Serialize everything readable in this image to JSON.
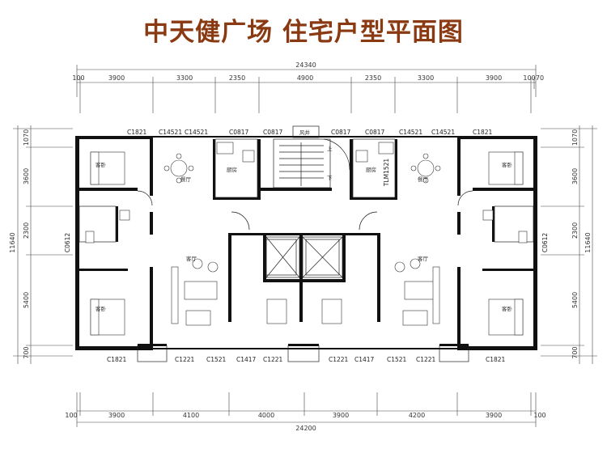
{
  "title": "中天健广场 住宅户型平面图",
  "dimensions": {
    "top_total": "24340",
    "top_segments": [
      "100",
      "3900",
      "3300",
      "2350",
      "4900",
      "2350",
      "3300",
      "3900",
      "100",
      "70"
    ],
    "bottom_total": "24200",
    "bottom_segments": [
      "100",
      "3900",
      "4100",
      "4000",
      "3900",
      "4200",
      "3900",
      "100"
    ],
    "left_total": "11640",
    "left_segments": [
      "1070",
      "3600",
      "2300",
      "5400",
      "700"
    ],
    "right_total": "11640",
    "right_segments": [
      "1070",
      "3600",
      "2300",
      "5400",
      "700"
    ]
  },
  "window_labels": {
    "top": [
      "C1821",
      "C14521",
      "C14521",
      "C0817",
      "C0817",
      "C0817",
      "C0817",
      "C14521",
      "C14521",
      "C1821"
    ],
    "bottom": [
      "C1821",
      "C1221",
      "C1521",
      "C1417",
      "C1221",
      "C1221",
      "C1417",
      "C1521",
      "C1221",
      "C1821"
    ],
    "side": [
      "C0612",
      "C0612"
    ],
    "door": "TLM1521"
  },
  "rooms": {
    "bedroom": "客卧",
    "dining": "餐厅",
    "kitchen": "厨房",
    "living": "客厅",
    "stair_up": "上",
    "stair_down": "下",
    "wind_shaft": "风井"
  }
}
